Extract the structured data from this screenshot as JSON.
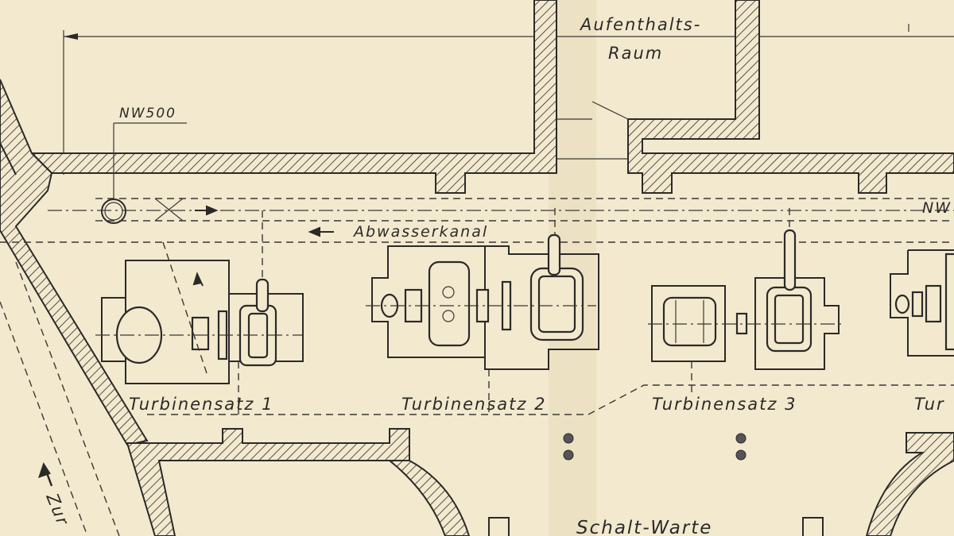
{
  "drawing": {
    "room_top_line1": "Aufenthalts-",
    "room_top_line2": "Raum",
    "pipe_label": "NW500",
    "pipe_label_right": "NW",
    "channel_label": "Abwasserkanal",
    "turbines": [
      {
        "label": "Turbinensatz 1"
      },
      {
        "label": "Turbinensatz 2"
      },
      {
        "label": "Turbinensatz 3"
      },
      {
        "label": "Tur"
      }
    ],
    "control_room": "Schalt-Warte",
    "access_label": "Zur"
  },
  "colors": {
    "paper": "#f3e9cf",
    "ink": "#2b2a27"
  }
}
